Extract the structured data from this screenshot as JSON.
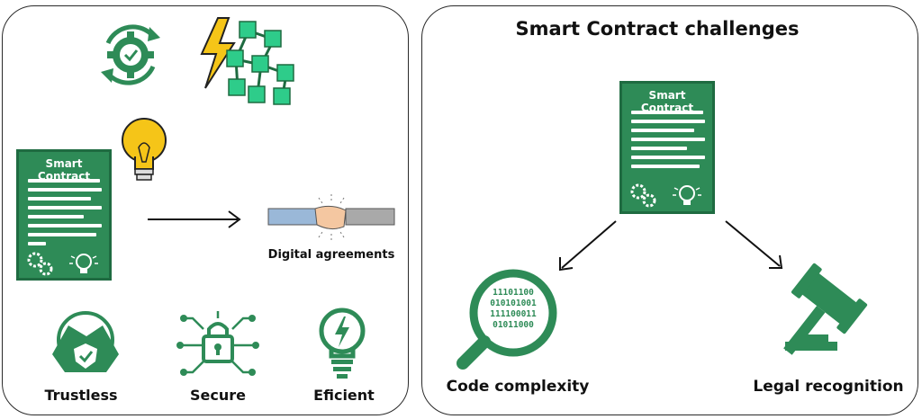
{
  "left": {
    "contract_label": "Smart Contract",
    "digital_agreements": "Digital agreements",
    "benefits": [
      {
        "label": "Trustless",
        "icon": "handshake-shield-icon"
      },
      {
        "label": "Secure",
        "icon": "padlock-circuit-icon"
      },
      {
        "label": "Eficient",
        "icon": "lightbulb-bolt-icon"
      }
    ]
  },
  "right": {
    "title": "Smart Contract challenges",
    "contract_label": "Smart Contract",
    "binary_lines": [
      "11101100",
      "010101001",
      "111100011",
      "01011000"
    ],
    "challenges": [
      {
        "label": "Code complexity",
        "icon": "magnifier-binary-icon"
      },
      {
        "label": "Legal recognition",
        "icon": "gavel-icon"
      }
    ]
  },
  "colors": {
    "accent": "#2e8b57",
    "accent_dark": "#1f6b41",
    "bulb": "#f5c518"
  }
}
